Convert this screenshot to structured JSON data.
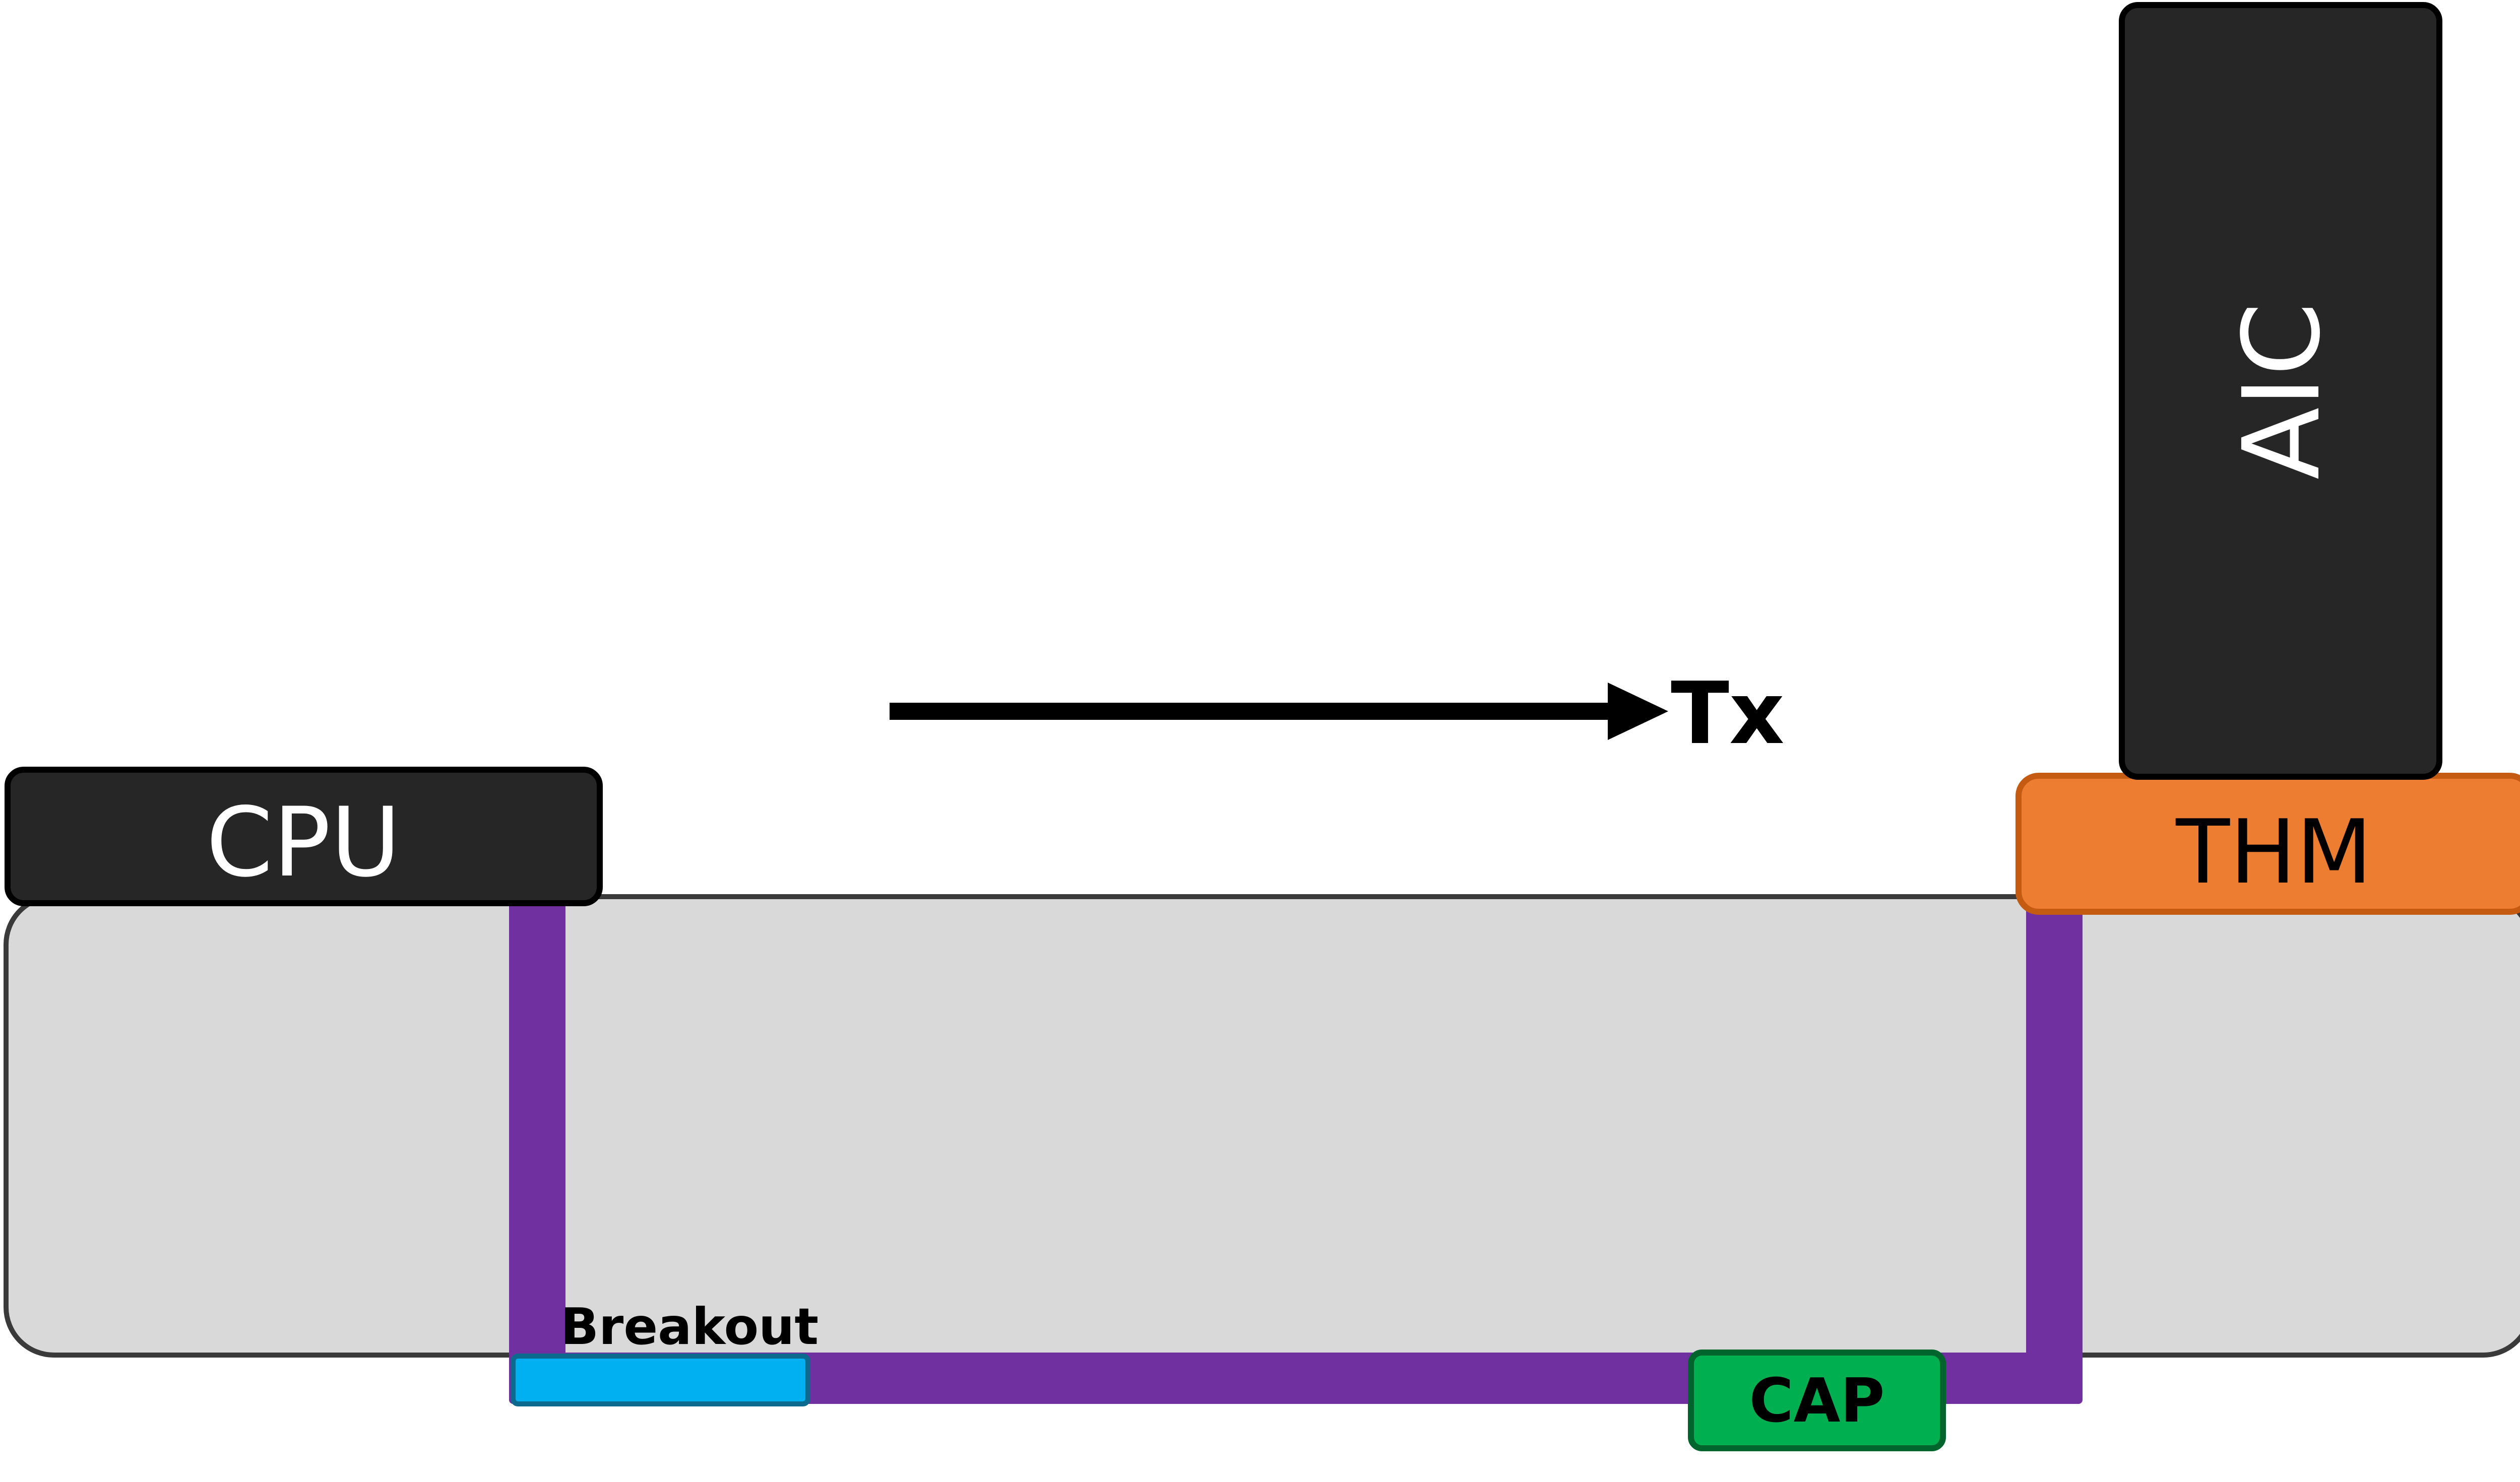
{
  "diagram": {
    "components": {
      "cpu": {
        "label": "CPU",
        "fill": "#262626",
        "text_color": "#ffffff"
      },
      "aic": {
        "label": "AIC",
        "fill": "#262626",
        "text_color": "#ffffff"
      },
      "thm": {
        "label": "THM",
        "fill": "#ED7D31",
        "stroke": "#C55A11",
        "text_color": "#000000"
      },
      "cap": {
        "label": "CAP",
        "fill": "#00B050",
        "stroke": "#00642D",
        "text_color": "#000000"
      },
      "breakout": {
        "label": "Breakout",
        "fill": "#00B0F0",
        "stroke": "#0C6A8F"
      }
    },
    "board": {
      "fill": "#D9D9D9",
      "stroke": "#3A3A3A"
    },
    "trace": {
      "color": "#7030A0"
    },
    "direction": {
      "label": "Tx",
      "color": "#000000"
    }
  }
}
